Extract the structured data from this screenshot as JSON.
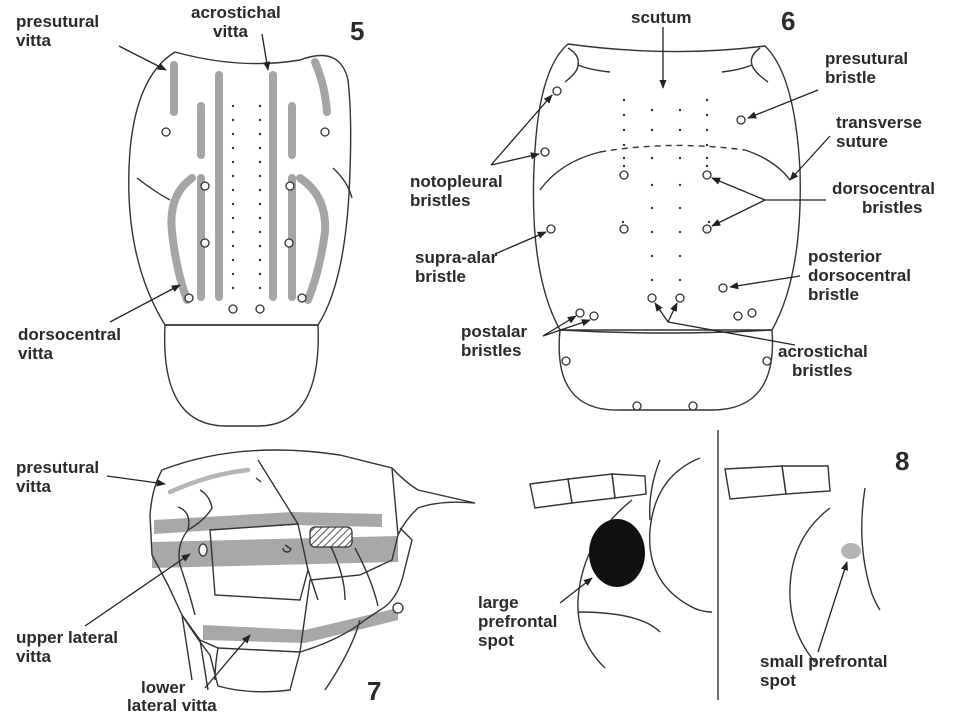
{
  "figures": {
    "fig5": {
      "number": "5",
      "labels": {
        "presutural_vitta": [
          "presutural",
          "vitta"
        ],
        "acrostichal_vitta": [
          "acrostichal",
          "vitta"
        ],
        "dorsocentral_vitta": [
          "dorsocentral",
          "vitta"
        ]
      }
    },
    "fig6": {
      "number": "6",
      "labels": {
        "scutum": [
          "scutum"
        ],
        "presutural_bristle": [
          "presutural",
          "bristle"
        ],
        "transverse_suture": [
          "transverse",
          "suture"
        ],
        "notopleural_bristles": [
          "notopleural",
          "bristles"
        ],
        "dorsocentral_bristles": [
          "dorsocentral",
          "bristles"
        ],
        "supra_alar_bristle": [
          "supra-alar",
          "bristle"
        ],
        "posterior_dorsocentral_bristle": [
          "posterior",
          "dorsocentral",
          "bristle"
        ],
        "postalar_bristles": [
          "postalar",
          "bristles"
        ],
        "acrostichal_bristles": [
          "acrostichal",
          "bristles"
        ]
      }
    },
    "fig7": {
      "number": "7",
      "labels": {
        "presutural_vitta": [
          "presutural",
          "vitta"
        ],
        "upper_lateral_vitta": [
          "upper lateral",
          "vitta"
        ],
        "lower_lateral_vitta": [
          "lower",
          "lateral vitta"
        ]
      }
    },
    "fig8": {
      "number": "8",
      "labels": {
        "large_prefrontal_spot": [
          "large",
          "prefrontal",
          "spot"
        ],
        "small_prefrontal_spot": [
          "small prefrontal",
          "spot"
        ]
      }
    }
  },
  "colors": {
    "outline": "#333333",
    "vitta_gray": "#a5a5a5",
    "large_spot": "#111111",
    "small_spot": "#b3b3b3"
  }
}
